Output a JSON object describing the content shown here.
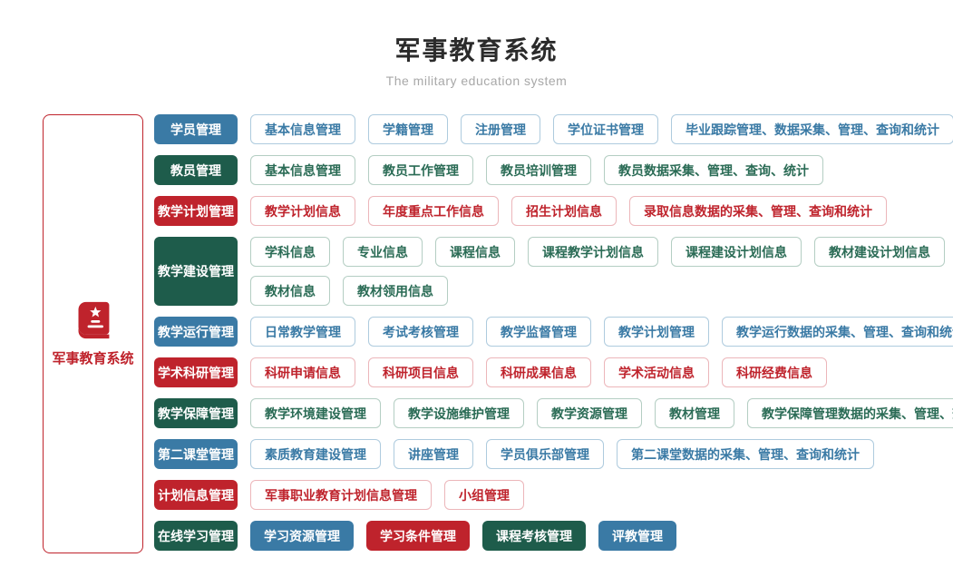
{
  "header": {
    "title": "军事教育系统",
    "subtitle": "The military education system"
  },
  "sidebar": {
    "label": "军事教育系统",
    "icon": "book-star-icon"
  },
  "colors": {
    "blue": "#3a7aa5",
    "green": "#1e5c4b",
    "green_text": "#2a6b55",
    "red": "#bf232c",
    "blue_border": "#aecbde",
    "green_border": "#b4cec3",
    "red_border": "#ecb6ba"
  },
  "rows": [
    {
      "category": "学员管理",
      "color": "blue",
      "lines": [
        [
          {
            "label": "基本信息管理"
          },
          {
            "label": "学籍管理"
          },
          {
            "label": "注册管理"
          },
          {
            "label": "学位证书管理"
          },
          {
            "label": "毕业跟踪管理、数据采集、管理、查询和统计"
          }
        ]
      ]
    },
    {
      "category": "教员管理",
      "color": "green",
      "lines": [
        [
          {
            "label": "基本信息管理"
          },
          {
            "label": "教员工作管理"
          },
          {
            "label": "教员培训管理"
          },
          {
            "label": "教员数据采集、管理、查询、统计"
          }
        ]
      ]
    },
    {
      "category": "教学计划管理",
      "color": "red",
      "lines": [
        [
          {
            "label": "教学计划信息"
          },
          {
            "label": "年度重点工作信息"
          },
          {
            "label": "招生计划信息"
          },
          {
            "label": "录取信息数据的采集、管理、查询和统计"
          }
        ]
      ]
    },
    {
      "category": "教学建设管理",
      "color": "green",
      "lines": [
        [
          {
            "label": "学科信息"
          },
          {
            "label": "专业信息"
          },
          {
            "label": "课程信息"
          },
          {
            "label": "课程教学计划信息"
          },
          {
            "label": "课程建设计划信息"
          },
          {
            "label": "教材建设计划信息"
          }
        ],
        [
          {
            "label": "教材信息"
          },
          {
            "label": "教材领用信息"
          }
        ]
      ]
    },
    {
      "category": "教学运行管理",
      "color": "blue",
      "lines": [
        [
          {
            "label": "日常教学管理"
          },
          {
            "label": "考试考核管理"
          },
          {
            "label": "教学监督管理"
          },
          {
            "label": "教学计划管理"
          },
          {
            "label": "教学运行数据的采集、管理、查询和统计"
          }
        ]
      ]
    },
    {
      "category": "学术科研管理",
      "color": "red",
      "lines": [
        [
          {
            "label": "科研申请信息"
          },
          {
            "label": "科研项目信息"
          },
          {
            "label": "科研成果信息"
          },
          {
            "label": "学术活动信息"
          },
          {
            "label": "科研经费信息"
          }
        ]
      ]
    },
    {
      "category": "教学保障管理",
      "color": "green",
      "lines": [
        [
          {
            "label": "教学环境建设管理"
          },
          {
            "label": "教学设施维护管理"
          },
          {
            "label": "教学资源管理"
          },
          {
            "label": "教材管理"
          },
          {
            "label": "教学保障管理数据的采集、管理、查询和统计"
          }
        ]
      ]
    },
    {
      "category": "第二课堂管理",
      "color": "blue",
      "lines": [
        [
          {
            "label": "素质教育建设管理"
          },
          {
            "label": "讲座管理"
          },
          {
            "label": "学员俱乐部管理"
          },
          {
            "label": "第二课堂数据的采集、管理、查询和统计"
          }
        ]
      ]
    },
    {
      "category": "计划信息管理",
      "color": "red",
      "lines": [
        [
          {
            "label": "军事职业教育计划信息管理"
          },
          {
            "label": "小组管理"
          }
        ]
      ]
    },
    {
      "category": "在线学习管理",
      "color": "green",
      "lines": [
        [
          {
            "label": "学习资源管理",
            "solid": true,
            "color": "blue"
          },
          {
            "label": "学习条件管理",
            "solid": true,
            "color": "red"
          },
          {
            "label": "课程考核管理",
            "solid": true,
            "color": "green"
          },
          {
            "label": "评教管理",
            "solid": true,
            "color": "blue"
          }
        ]
      ]
    }
  ]
}
